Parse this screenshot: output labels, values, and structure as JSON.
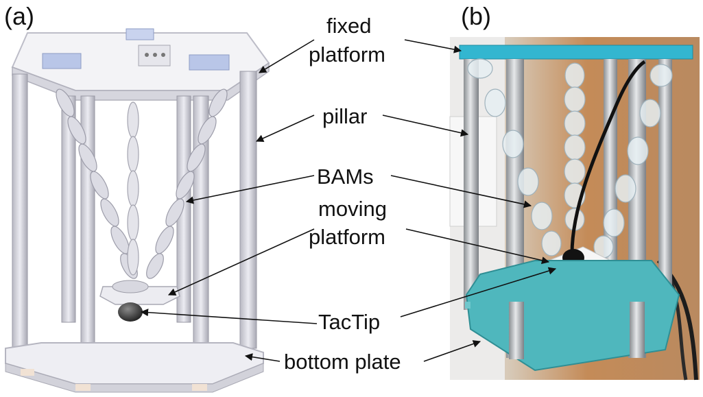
{
  "panels": {
    "a": "(a)",
    "b": "(b)"
  },
  "labels": {
    "fixed_line1": "fixed",
    "fixed_line2": "platform",
    "pillar": "pillar",
    "bams": "BAMs",
    "moving_line1": "moving",
    "moving_line2": "platform",
    "tactip": "TacTip",
    "bottom_plate": "bottom plate"
  },
  "colors": {
    "cad_frame": "#d9d9e0",
    "cad_blue_block": "#b9c6e8",
    "photo_platform": "#33b6d0",
    "photo_base": "#4fb7bd",
    "photo_background": "#cf9a6a",
    "arrow": "#111111"
  }
}
